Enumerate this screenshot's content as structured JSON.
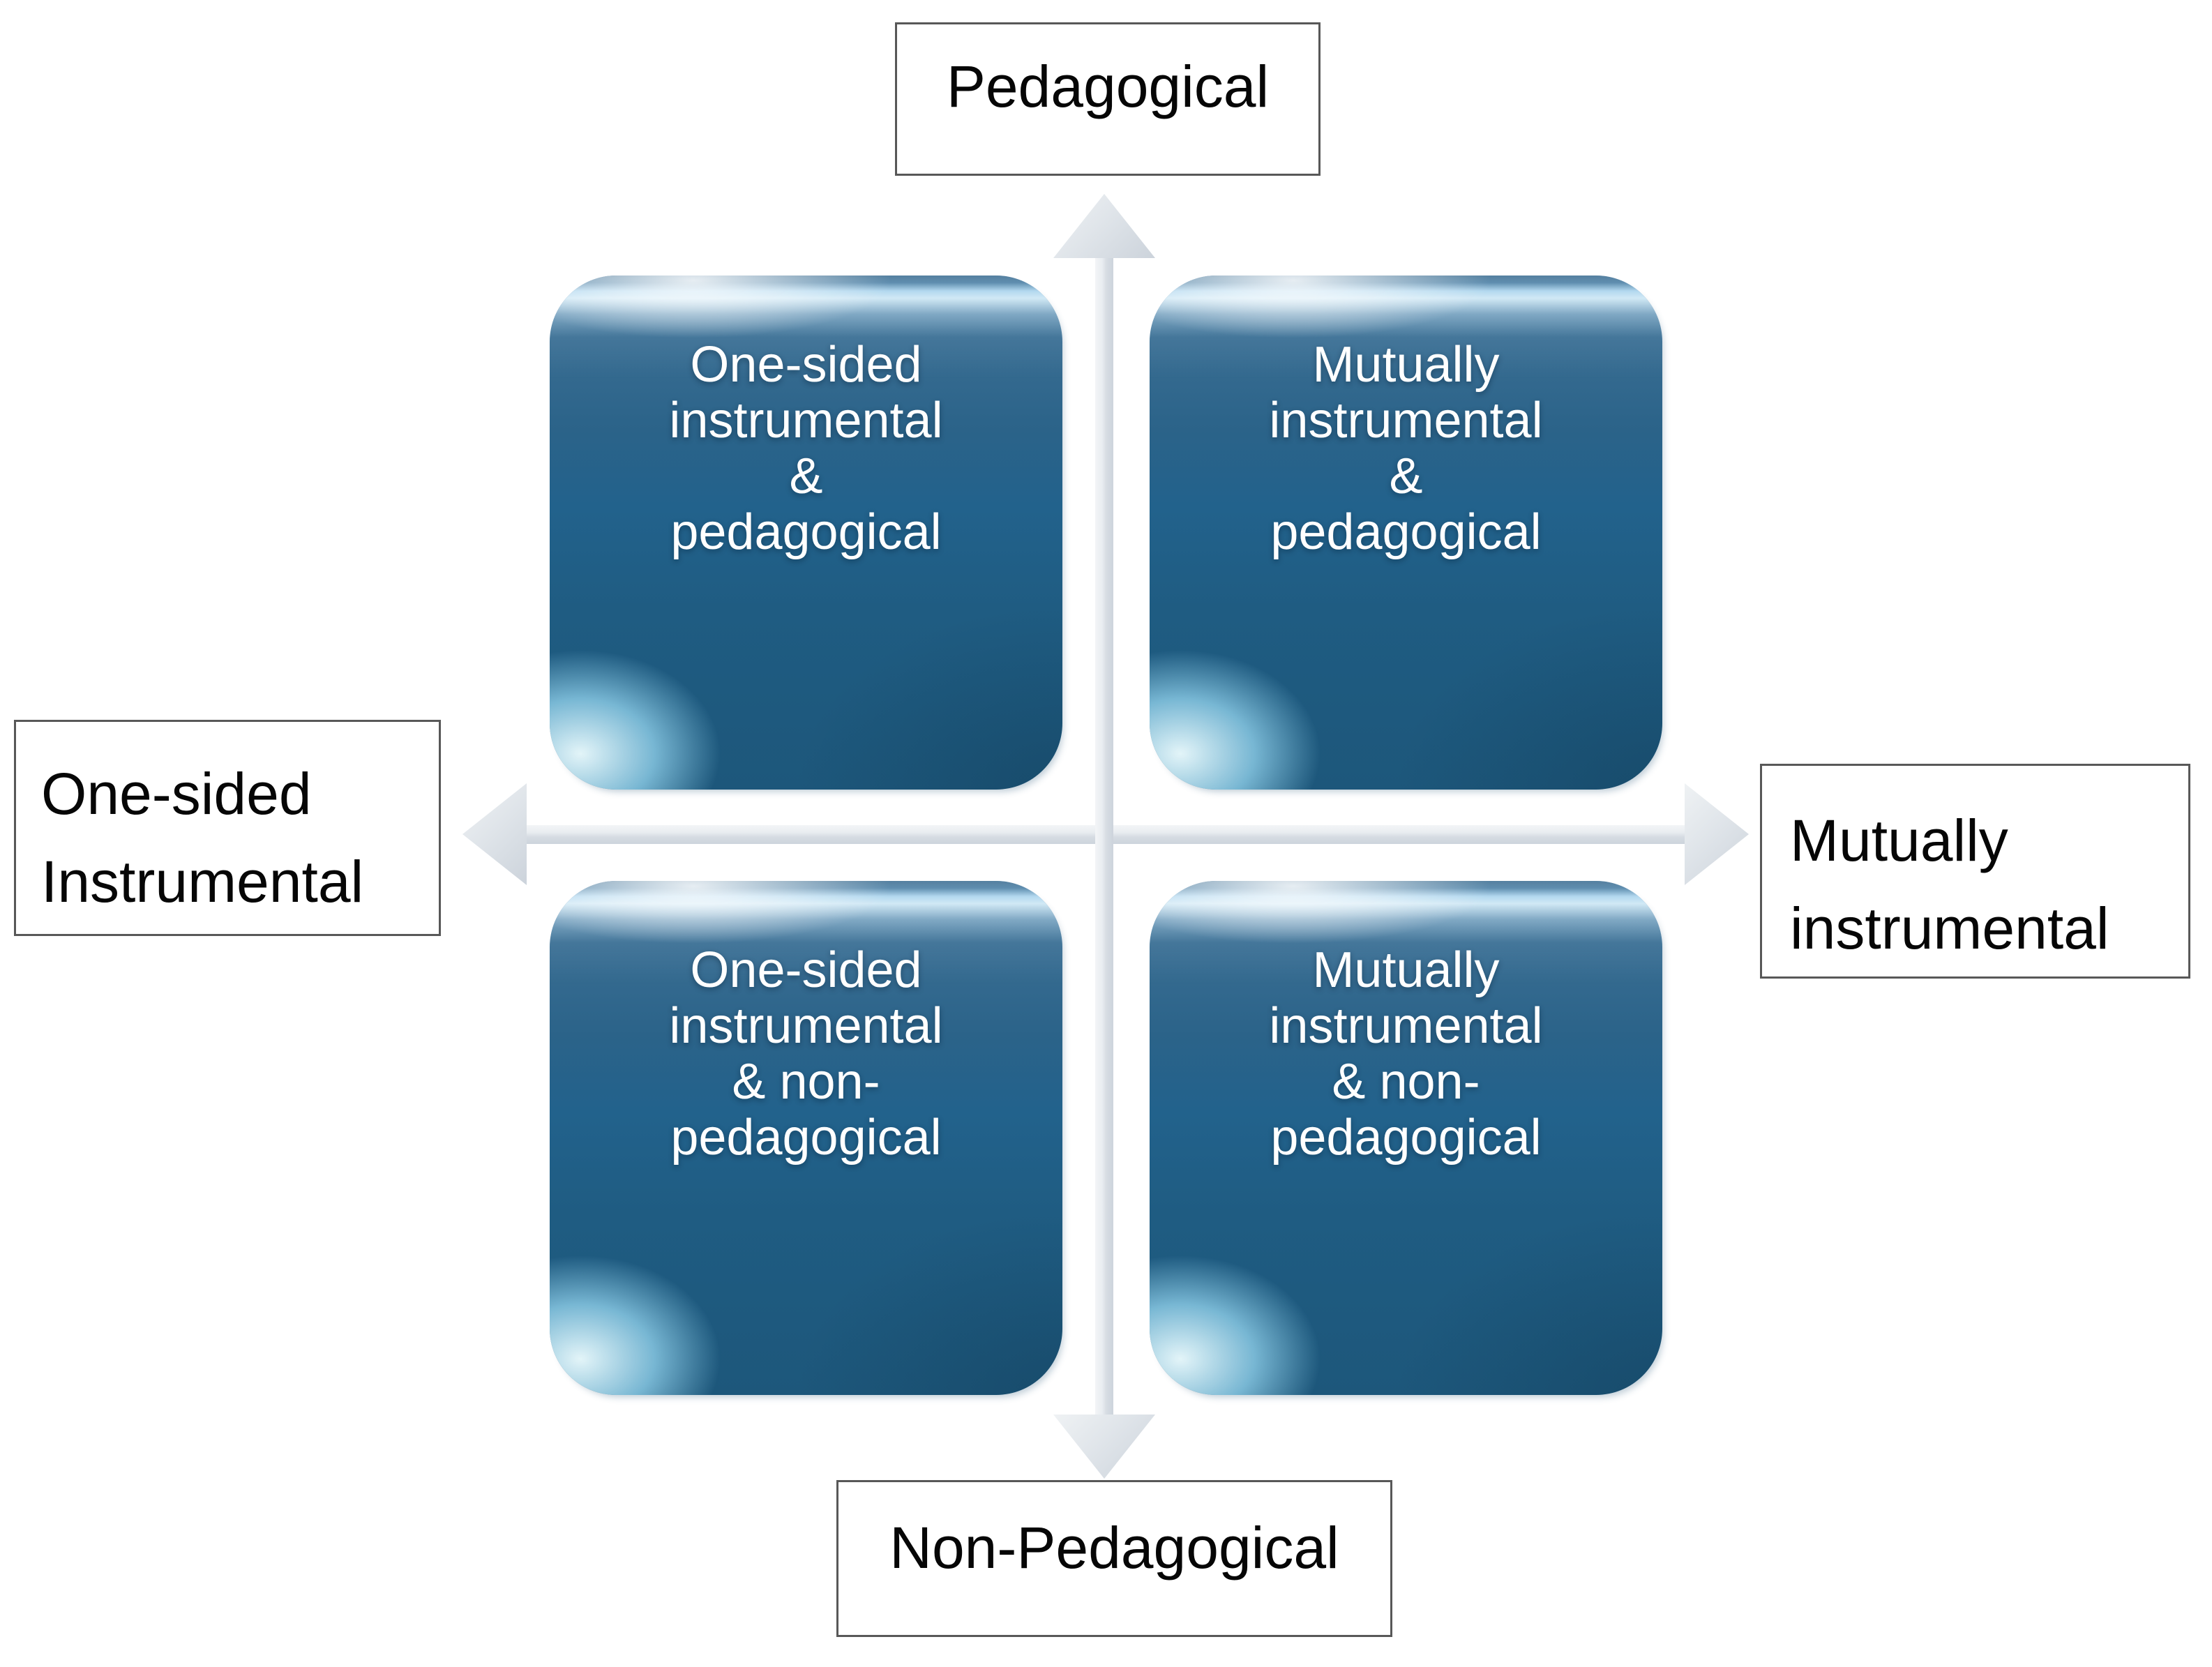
{
  "axis_labels": {
    "top": "Pedagogical",
    "bottom": "Non-Pedagogical",
    "left": {
      "line1": "One-sided",
      "line2": "Instrumental"
    },
    "right": {
      "line1": "Mutually",
      "line2": "instrumental"
    }
  },
  "quadrants": {
    "top_left": {
      "line1": "One-sided",
      "line2": "instrumental",
      "line3": "&",
      "line4": "pedagogical"
    },
    "top_right": {
      "line1": "Mutually",
      "line2": "instrumental",
      "line3": "&",
      "line4": "pedagogical"
    },
    "bottom_left": {
      "line1": "One-sided",
      "line2": "instrumental",
      "line3": "& non-",
      "line4": "pedagogical"
    },
    "bottom_right": {
      "line1": "Mutually",
      "line2": "instrumental",
      "line3": "& non-",
      "line4": "pedagogical"
    }
  },
  "colors": {
    "background": "#ffffff",
    "quadrant_fill_top": "#4a7ba0",
    "quadrant_fill_bottom": "#1d577b",
    "quadrant_gloss_highlight": "#d9effa",
    "quadrant_text": "#ffffff",
    "arrow_fill": "#dde3e9",
    "label_border": "#585858",
    "label_text": "#060606"
  }
}
